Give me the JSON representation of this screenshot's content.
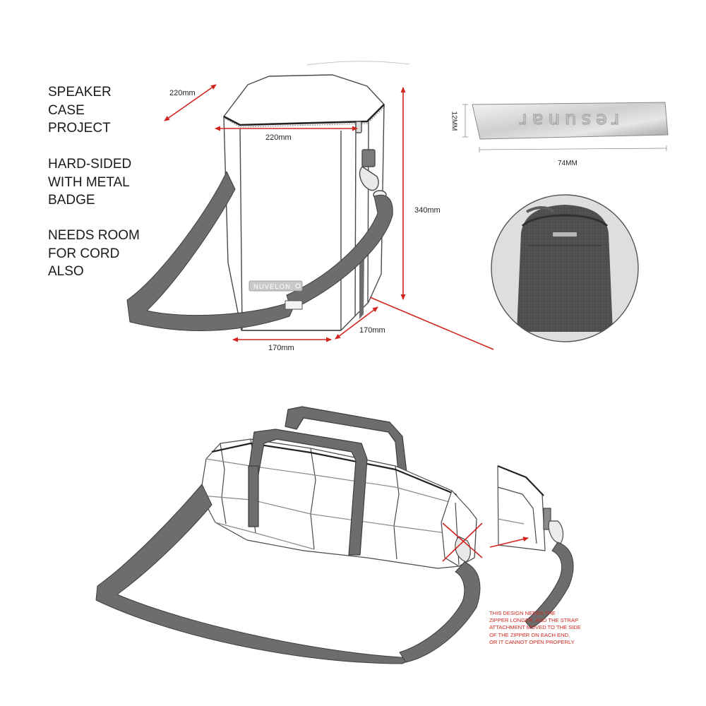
{
  "notes": {
    "title_lines": [
      "SPEAKER",
      "CASE",
      "PROJECT"
    ],
    "construction_lines": [
      "HARD-SIDED",
      "WITH METAL",
      "BADGE"
    ],
    "cord_lines": [
      "NEEDS ROOM",
      "FOR CORD",
      "ALSO"
    ]
  },
  "dimensions": {
    "top_depth": "220mm",
    "top_width": "220mm",
    "height": "340mm",
    "base_width": "170mm",
    "base_depth": "170mm"
  },
  "case_label": "NUVELON",
  "metal_badge": {
    "height_label": "12MM",
    "width_label": "74MM",
    "engraving": "resunar"
  },
  "design_note_lines": [
    "THIS DESIGN NEEDS THE",
    "ZIPPER LONGER, AND THE STRAP",
    "ATTACHMENT MOVED TO THE SIDE",
    "OF THE ZIPPER ON EACH END,",
    "OR IT CANNOT OPEN PROPERLY"
  ],
  "colors": {
    "annotation_red": "#d0261f",
    "strap_gray": "#6d6d6d",
    "outline": "#4a4a4a",
    "fabric_gray": "#4d4f51"
  }
}
